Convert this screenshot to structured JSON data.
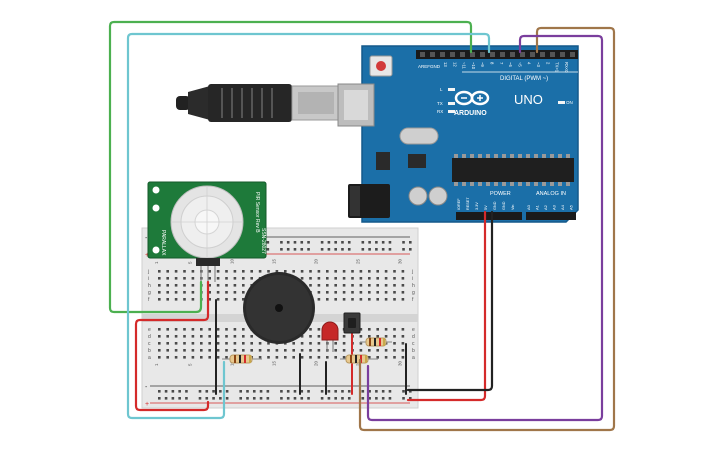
{
  "arduino": {
    "brand": "ARDUINO",
    "model": "UNO",
    "on_label": "ON",
    "l_label": "L",
    "tx_label": "TX",
    "rx_label": "RX",
    "aref": "AREF",
    "gnd": "GND",
    "digital_header": "DIGITAL (PWM ~)",
    "digital_pins": [
      "13",
      "12",
      "~11",
      "~10",
      "~9",
      "8",
      "7",
      "~6",
      "~5",
      "4",
      "~3",
      "2",
      "TX>1",
      "RX<0"
    ],
    "power_header": "POWER",
    "power_pins": [
      "IOREF",
      "RESET",
      "3.3V",
      "5V",
      "GND",
      "GND",
      "Vin"
    ],
    "analog_header": "ANALOG IN",
    "analog_pins": [
      "A0",
      "A1",
      "A2",
      "A3",
      "A4",
      "A5"
    ]
  },
  "pir_sensor": {
    "label_left": "PIR Sensor Rev B",
    "label_right": "SSN-28027",
    "label_bottom": "PARALLAX"
  },
  "breadboard": {
    "row_letters_top": [
      "j",
      "i",
      "h",
      "g",
      "f"
    ],
    "row_letters_bottom": [
      "e",
      "d",
      "c",
      "b",
      "a"
    ],
    "column_numbers": [
      "1",
      "5",
      "10",
      "15",
      "20",
      "25",
      "30"
    ]
  },
  "colors": {
    "board_blue": "#1b6fa8",
    "wire_green": "#4cb050",
    "wire_cyan": "#6ec6d0",
    "wire_brown": "#a0764a",
    "wire_purple": "#7a3e9d",
    "wire_red": "#d42a2a",
    "wire_black": "#222222",
    "pir_green": "#1e7a3a"
  }
}
